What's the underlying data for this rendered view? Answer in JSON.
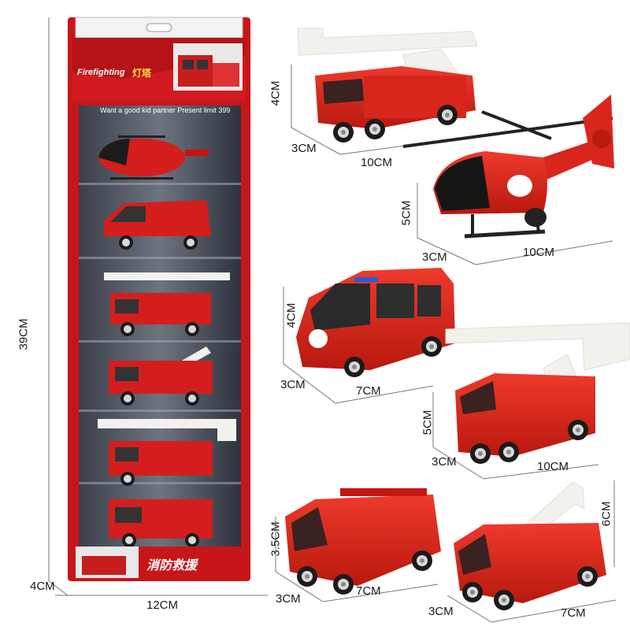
{
  "box": {
    "brand_latin": "Firefighting",
    "brand_cn": "灯塔",
    "tagline": "Want a good kid partner Present limit 399",
    "bottom_cn": "消防救援"
  },
  "dimensions": {
    "box_height": "39CM",
    "box_depth": "4CM",
    "box_width": "12CM",
    "ladder_truck_height": "4CM",
    "ladder_truck_depth": "3CM",
    "ladder_truck_length": "10CM",
    "helicopter_height": "5CM",
    "helicopter_depth": "3CM",
    "helicopter_length": "10CM",
    "van_height": "4CM",
    "van_depth": "3CM",
    "van_length": "7CM",
    "platform_truck_height": "5CM",
    "platform_truck_depth": "3CM",
    "platform_truck_length": "10CM",
    "water_truck_height": "3.5CM",
    "water_truck_depth": "3CM",
    "water_truck_length": "7CM",
    "crane_truck_height": "6CM",
    "crane_truck_depth": "3CM",
    "crane_truck_length": "7CM"
  },
  "colors": {
    "toy_red": "#d8261c",
    "dark_red": "#a5150f",
    "ladder_white": "#f3f1ec",
    "box_gray": "#2c3340"
  }
}
